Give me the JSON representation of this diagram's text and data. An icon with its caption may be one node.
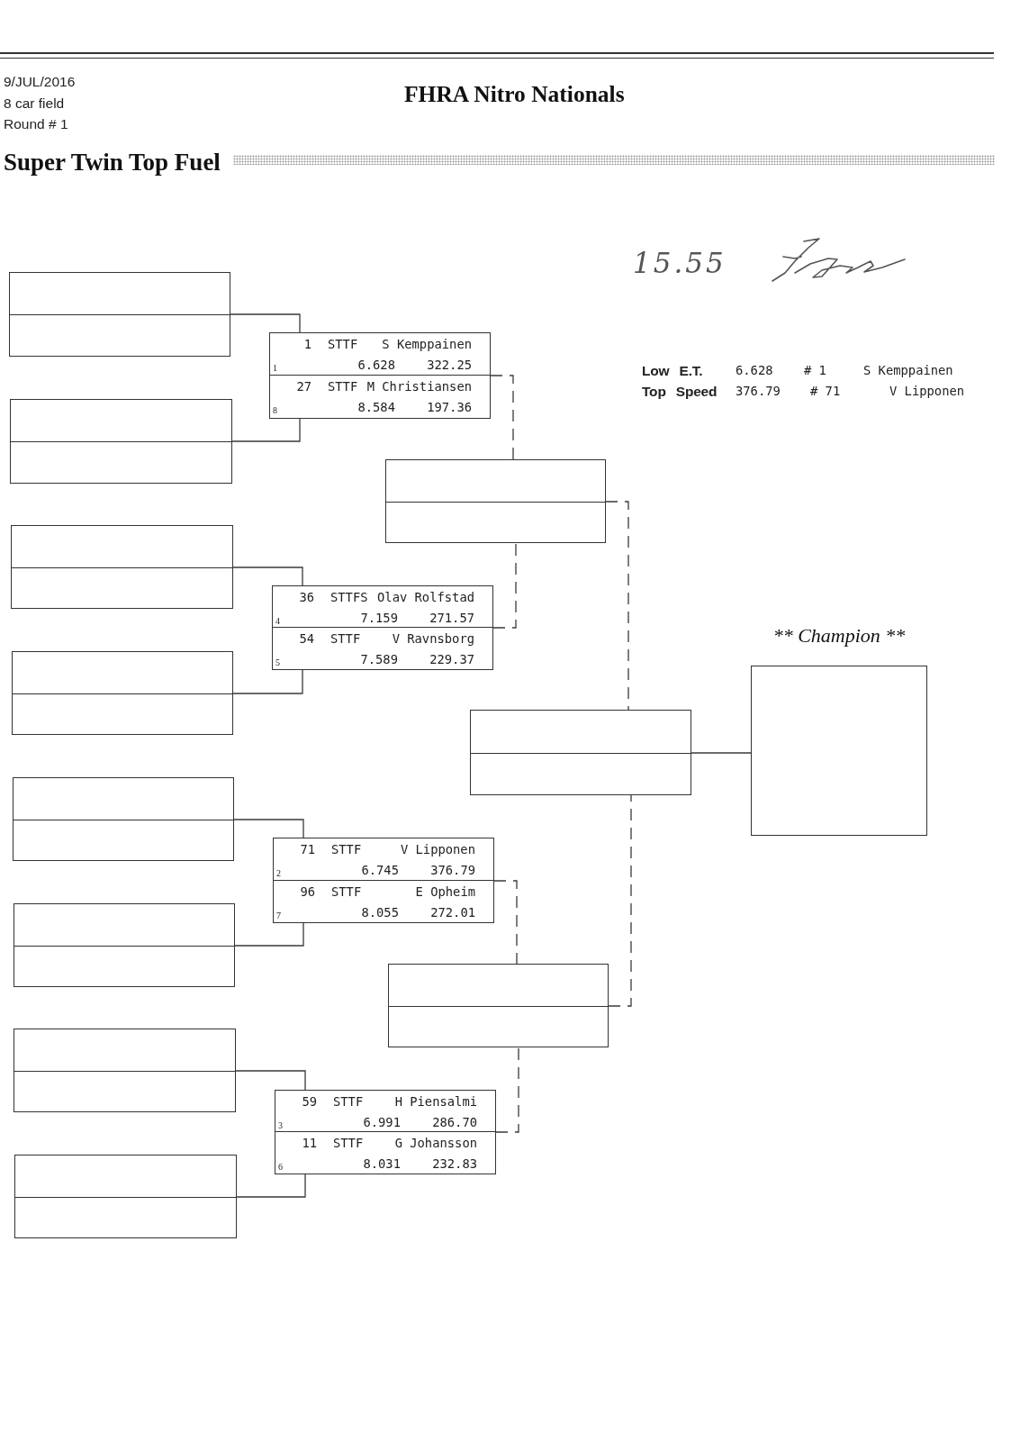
{
  "diagram": {
    "title": "FHRA Nitro Nationals",
    "nodes": [
      {
        "text": [],
        "shape": "box"
      },
      {
        "text": [],
        "shape": "box"
      },
      {
        "text": [],
        "shape": "box"
      },
      {
        "text": [],
        "shape": "box"
      },
      {
        "text": [],
        "shape": "box"
      },
      {
        "text": [],
        "shape": "box"
      },
      {
        "text": [],
        "shape": "box"
      },
      {
        "text": [],
        "shape": "box"
      },
      {
        "text": [
          "1",
          "STTF",
          "S Kemppainen",
          "1",
          "6.628",
          "322.25",
          "27",
          "STTF",
          "M Christiansen",
          "8",
          "8.584",
          "197.36"
        ]
      },
      {
        "text": [
          "36",
          "STTFS",
          "Olav Rolfstad",
          "4",
          "7.159",
          "271.57",
          "54",
          "STTF",
          "V Ravnsborg",
          "5",
          "7.589",
          "229.37"
        ]
      },
      {
        "text": [
          "71",
          "STTF",
          "V Lipponen",
          "2",
          "6.745",
          "376.79",
          "96",
          "STTF",
          "E Opheim",
          "7",
          "8.055",
          "272.01"
        ]
      },
      {
        "text": [
          "59",
          "STTF",
          "H Piensalmi",
          "3",
          "6.991",
          "286.70",
          "11",
          "STTF",
          "G Johansson",
          "6",
          "8.031",
          "232.83"
        ]
      },
      {
        "text": [],
        "shape": "box"
      },
      {
        "text": [],
        "shape": "box"
      },
      {
        "text": [],
        "shape": "box"
      },
      {
        "text": [
          "** Champion **"
        ]
      }
    ],
    "edges": [
      {
        "from": 0,
        "to": 8,
        "arrow": "none"
      },
      {
        "from": 1,
        "to": 8,
        "arrow": "none"
      },
      {
        "from": 2,
        "to": 9,
        "arrow": "none"
      },
      {
        "from": 3,
        "to": 9,
        "arrow": "none"
      },
      {
        "from": 4,
        "to": 10,
        "arrow": "none"
      },
      {
        "from": 5,
        "to": 10,
        "arrow": "none"
      },
      {
        "from": 6,
        "to": 11,
        "arrow": "none"
      },
      {
        "from": 7,
        "to": 11,
        "arrow": "none"
      },
      {
        "from": 8,
        "to": 12,
        "arrow": "none",
        "style": "dashed"
      },
      {
        "from": 9,
        "to": 12,
        "arrow": "none",
        "style": "dashed"
      },
      {
        "from": 10,
        "to": 13,
        "arrow": "none",
        "style": "dashed"
      },
      {
        "from": 11,
        "to": 13,
        "arrow": "none",
        "style": "dashed"
      },
      {
        "from": 12,
        "to": 14,
        "arrow": "none",
        "style": "dashed"
      },
      {
        "from": 13,
        "to": 14,
        "arrow": "none",
        "style": "dashed"
      },
      {
        "from": 14,
        "to": 15,
        "arrow": "none"
      }
    ],
    "labels": [
      "9/JUL/2016",
      "8 car field",
      "Round # 1",
      "Super Twin Top Fuel",
      "15.55",
      "Low E.T.",
      "6.628",
      "# 1",
      "S Kemppainen",
      "Top Speed",
      "376.79",
      "# 71",
      "V Lipponen"
    ]
  }
}
